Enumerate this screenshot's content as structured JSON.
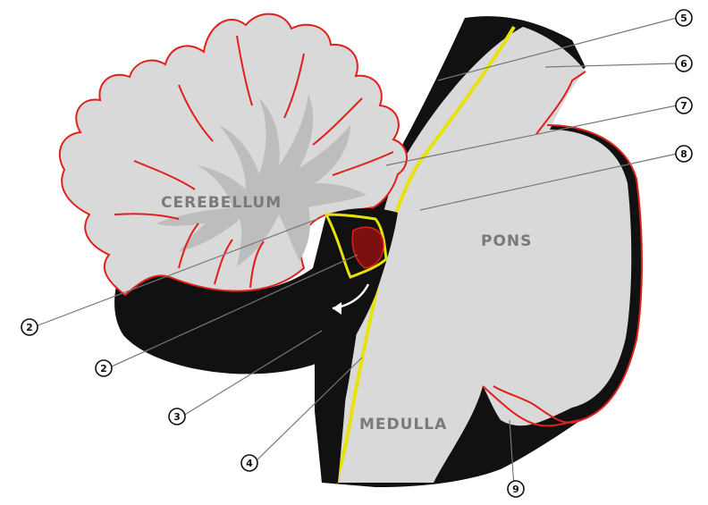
{
  "region_labels": {
    "cerebellum": "CEREBELLUM",
    "pons": "PONS",
    "medulla": "MEDULLA"
  },
  "callouts": {
    "c1": "2",
    "c2": "2",
    "c3": "3",
    "c4": "4",
    "c5": "5",
    "c6": "6",
    "c7": "7",
    "c8": "8",
    "c9": "9"
  },
  "colors": {
    "tissue_light": "#d9d9d9",
    "white_matter": "#bdbdbd",
    "pia_outline": "#e0201b",
    "csf_space": "#111111",
    "ependyma_line": "#e8e20a",
    "choroid": "#7a1010"
  }
}
